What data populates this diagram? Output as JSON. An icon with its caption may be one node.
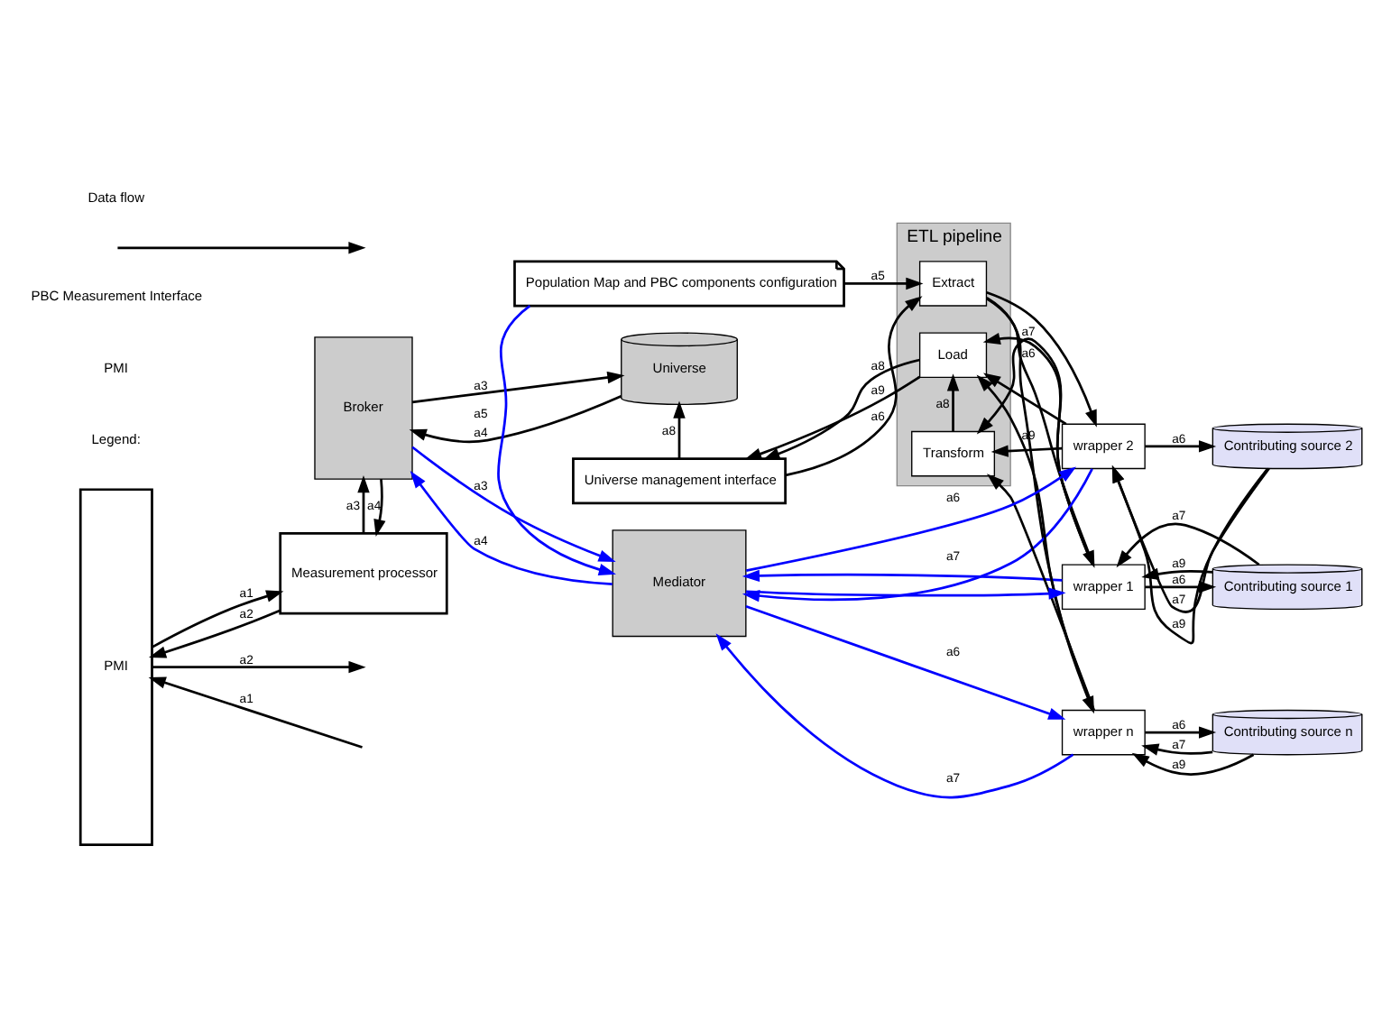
{
  "diagram": {
    "nodes": [
      {
        "text": [
          "PMI"
        ]
      },
      {
        "text": [
          "Measurement processor"
        ]
      },
      {
        "text": [
          "Universe management interface"
        ]
      },
      {
        "text": [
          "ETL pipeline"
        ]
      },
      {
        "text": [
          "Extract"
        ],
        "in": 3
      },
      {
        "text": [
          "Transform"
        ],
        "in": 3
      },
      {
        "text": [
          "Load"
        ],
        "in": 3
      },
      {
        "text": [
          "wrapper 1"
        ]
      },
      {
        "text": [
          "wrapper 2"
        ]
      },
      {
        "text": [
          "wrapper n"
        ]
      },
      {
        "text": [
          "Contributing source 1"
        ]
      },
      {
        "text": [
          "Contributing source 2"
        ]
      },
      {
        "text": [
          "Contributing source n"
        ]
      },
      {
        "text": [
          "Universe"
        ]
      },
      {
        "text": [
          "Broker"
        ]
      },
      {
        "text": [
          "Mediator"
        ]
      },
      {
        "text": [
          "Population Map and PBC components configuration"
        ]
      }
    ],
    "edges": [
      {
        "from": null,
        "to": 0,
        "arrow": "to",
        "label": "a1"
      },
      {
        "from": 0,
        "to": null,
        "arrow": "to",
        "label": "a2"
      },
      {
        "from": 0,
        "to": 1,
        "arrow": "to",
        "label": "a1"
      },
      {
        "from": 1,
        "to": 0,
        "arrow": "to",
        "label": "a2"
      },
      {
        "from": 1,
        "to": 14,
        "arrow": "to",
        "label": "a3"
      },
      {
        "from": 14,
        "to": 1,
        "arrow": "to",
        "label": "a4"
      },
      {
        "from": 14,
        "to": 13,
        "arrow": "to",
        "label": "a3"
      },
      {
        "from": 13,
        "to": 14,
        "arrow": "to",
        "label": "a4"
      },
      {
        "from": 2,
        "to": 13,
        "arrow": "to",
        "label": "a8"
      },
      {
        "from": 2,
        "to": 4,
        "arrow": "to",
        "label": "a6"
      },
      {
        "from": 16,
        "to": 4,
        "arrow": "to",
        "label": "a5"
      },
      {
        "from": 4,
        "to": 7,
        "arrow": "to",
        "label": "a6"
      },
      {
        "from": 4,
        "to": 8,
        "arrow": "to"
      },
      {
        "from": 4,
        "to": 9,
        "arrow": "to"
      },
      {
        "from": 7,
        "to": 5,
        "arrow": "to",
        "label": "a7"
      },
      {
        "from": 8,
        "to": 5,
        "arrow": "to"
      },
      {
        "from": 9,
        "to": 5,
        "arrow": "to"
      },
      {
        "from": 7,
        "to": 6,
        "arrow": "to"
      },
      {
        "from": 8,
        "to": 6,
        "arrow": "to"
      },
      {
        "from": 9,
        "to": 6,
        "arrow": "to",
        "label": "a9"
      },
      {
        "from": 5,
        "to": 6,
        "arrow": "to",
        "label": "a8"
      },
      {
        "from": 6,
        "to": 2,
        "arrow": "to",
        "label": "a8"
      },
      {
        "from": 6,
        "to": 2,
        "arrow": "to",
        "label": "a9"
      },
      {
        "from": 7,
        "to": 10,
        "arrow": "to",
        "label": "a6"
      },
      {
        "from": 10,
        "to": 7,
        "arrow": "to",
        "label": "a7"
      },
      {
        "from": 10,
        "to": 7,
        "arrow": "to",
        "label": "a9"
      },
      {
        "from": 8,
        "to": 11,
        "arrow": "to",
        "label": "a6"
      },
      {
        "from": 11,
        "to": 8,
        "arrow": "to",
        "label": "a7"
      },
      {
        "from": 11,
        "to": 8,
        "arrow": "to",
        "label": "a9"
      },
      {
        "from": 9,
        "to": 12,
        "arrow": "to",
        "label": "a6"
      },
      {
        "from": 12,
        "to": 9,
        "arrow": "to",
        "label": "a7"
      },
      {
        "from": 12,
        "to": 9,
        "arrow": "to",
        "label": "a9"
      },
      {
        "from": 15,
        "to": 14,
        "arrow": "to",
        "label": "a4",
        "color": "#0000ff"
      },
      {
        "from": 14,
        "to": 15,
        "arrow": "to",
        "label": "a3",
        "color": "#0000ff"
      },
      {
        "from": 16,
        "to": 15,
        "arrow": "to",
        "label": "a5",
        "color": "#0000ff"
      },
      {
        "from": 7,
        "to": 15,
        "arrow": "to",
        "color": "#0000ff"
      },
      {
        "from": 8,
        "to": 15,
        "arrow": "to",
        "label": "a7",
        "color": "#0000ff"
      },
      {
        "from": 9,
        "to": 15,
        "arrow": "to",
        "label": "a7",
        "color": "#0000ff"
      },
      {
        "from": 15,
        "to": 7,
        "arrow": "to",
        "color": "#0000ff"
      },
      {
        "from": 15,
        "to": 8,
        "arrow": "to",
        "label": "a6",
        "color": "#0000ff"
      },
      {
        "from": 15,
        "to": 9,
        "arrow": "to",
        "label": "a6",
        "color": "#0000ff"
      }
    ],
    "labels": [
      "Legend:",
      "PMI",
      "PBC Measurement Interface"
    ],
    "legend": [
      {
        "text": "Data flow"
      }
    ]
  }
}
